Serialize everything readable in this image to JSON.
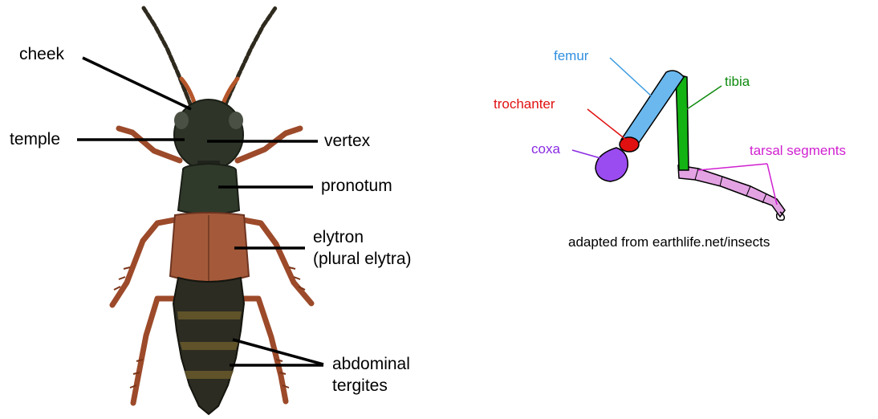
{
  "beetle_labels": {
    "cheek": "cheek",
    "temple": "temple",
    "vertex": "vertex",
    "pronotum": "pronotum",
    "elytron": "elytron",
    "elytron_plural": "(plural elytra)",
    "abdominal": "abdominal",
    "tergites": "tergites"
  },
  "leg_labels": {
    "femur": "femur",
    "tibia": "tibia",
    "trochanter": "trochanter",
    "coxa": "coxa",
    "tarsal": "tarsal segments"
  },
  "credit": "adapted from earthlife.net/insects",
  "colors": {
    "leader_line": "#000000",
    "femur": "#3a9be0",
    "femur_fill": "#6ab8ee",
    "tibia": "#0f8a0f",
    "tibia_fill": "#13b313",
    "trochanter": "#e01010",
    "coxa": "#8a2be2",
    "coxa_fill": "#9b4cf0",
    "tarsal": "#d020d0",
    "tarsal_fill": "#e3a3e3"
  }
}
